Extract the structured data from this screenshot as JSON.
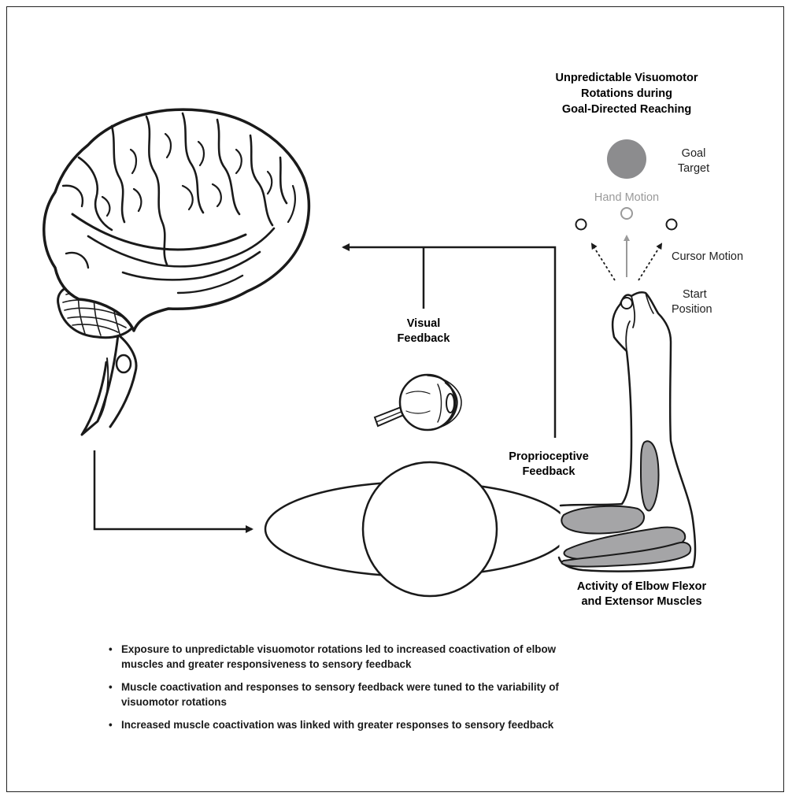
{
  "title_lines": [
    "Unpredictable Visuomotor",
    "Rotations during",
    "Goal-Directed Reaching"
  ],
  "goal_target": [
    "Goal",
    "Target"
  ],
  "hand_motion": "Hand Motion",
  "cursor_motion": "Cursor Motion",
  "start_position": [
    "Start",
    "Position"
  ],
  "visual_feedback": [
    "Visual",
    "Feedback"
  ],
  "proprioceptive_feedback": [
    "Proprioceptive",
    "Feedback"
  ],
  "muscle_activity": [
    "Activity of Elbow Flexor",
    "and Extensor Muscles"
  ],
  "bullets": [
    {
      "lines": [
        "Exposure to unpredictable visuomotor rotations led to increased coactivation of elbow",
        "muscles and greater responsiveness to sensory feedback"
      ]
    },
    {
      "lines": [
        "Muscle coactivation and responses to sensory feedback were tuned to the variability of",
        "visuomotor rotations"
      ]
    },
    {
      "lines": [
        "Increased muscle coactivation was linked with greater responses to sensory feedback"
      ]
    }
  ],
  "colors": {
    "ink": "#1a1a1a",
    "target_fill": "#8c8c8e",
    "hand_motion_gray": "#9a9a9a",
    "muscle_fill": "#a5a5a7"
  }
}
